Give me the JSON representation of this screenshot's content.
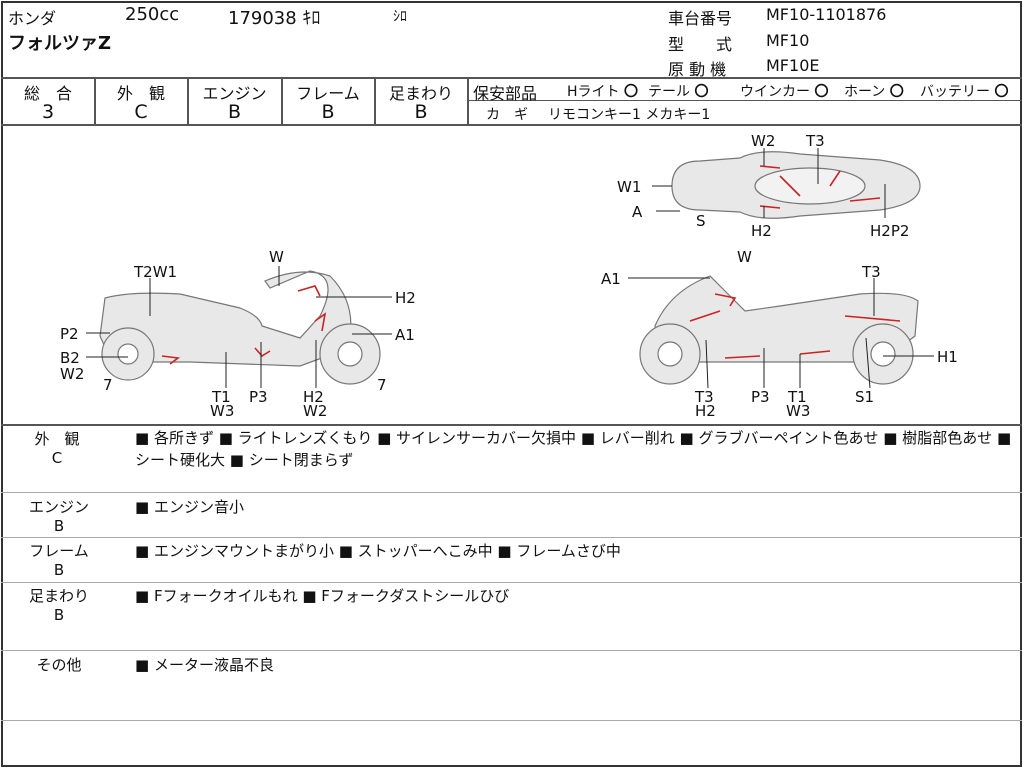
{
  "header": {
    "maker": "ホンダ",
    "displacement": "250cc",
    "mileage": "179038 ｷﾛ",
    "color": "ｼﾛ",
    "model": "フォルツァZ",
    "frame_no_label": "車台番号",
    "frame_no": "MF10-1101876",
    "type_label": "型　　式",
    "type": "MF10",
    "engine_label": "原 動 機",
    "engine": "MF10E"
  },
  "grades": [
    {
      "label": "総　合",
      "value": "3"
    },
    {
      "label": "外　観",
      "value": "C"
    },
    {
      "label": "エンジン",
      "value": "B"
    },
    {
      "label": "フレーム",
      "value": "B"
    },
    {
      "label": "足まわり",
      "value": "B"
    }
  ],
  "safety": {
    "label": "保安部品",
    "items": [
      {
        "name": "Hライト",
        "mark": "〇"
      },
      {
        "name": "テール",
        "mark": "〇"
      },
      {
        "name": "ウインカー",
        "mark": "〇"
      },
      {
        "name": "ホーン",
        "mark": "〇"
      },
      {
        "name": "バッテリー",
        "mark": "〇"
      }
    ]
  },
  "keys": {
    "label": "カ　ギ",
    "value": "リモコンキー1 メカキー1"
  },
  "diagram": {
    "left": [
      "T2W1",
      "W",
      "H2",
      "P2",
      "A1",
      "B2",
      "W2",
      "7",
      "7",
      "T1",
      "W3",
      "P3",
      "H2",
      "W2"
    ],
    "right": [
      "A1",
      "W",
      "T3",
      "H1",
      "T3",
      "H2",
      "P3",
      "T1",
      "W3",
      "S1"
    ],
    "top": [
      "W2",
      "T3",
      "W1",
      "A",
      "S",
      "H2",
      "H2P2"
    ],
    "damage_color": "#cc2222"
  },
  "notes": [
    {
      "label": "外　観",
      "grade": "C",
      "text": "■ 各所きず ■ ライトレンズくもり ■ サイレンサーカバー欠損中 ■ レバー削れ ■ グラブバーペイント色あせ ■ 樹脂部色あせ ■ シート硬化大 ■ シート閉まらず"
    },
    {
      "label": "エンジン",
      "grade": "B",
      "text": "■ エンジン音小"
    },
    {
      "label": "フレーム",
      "grade": "B",
      "text": "■ エンジンマウントまがり小 ■ ストッパーへこみ中 ■ フレームさび中"
    },
    {
      "label": "足まわり",
      "grade": "B",
      "text": "■ Fフォークオイルもれ ■ Fフォークダストシールひび"
    },
    {
      "label": "その他",
      "grade": "",
      "text": "■ メーター液晶不良"
    }
  ]
}
